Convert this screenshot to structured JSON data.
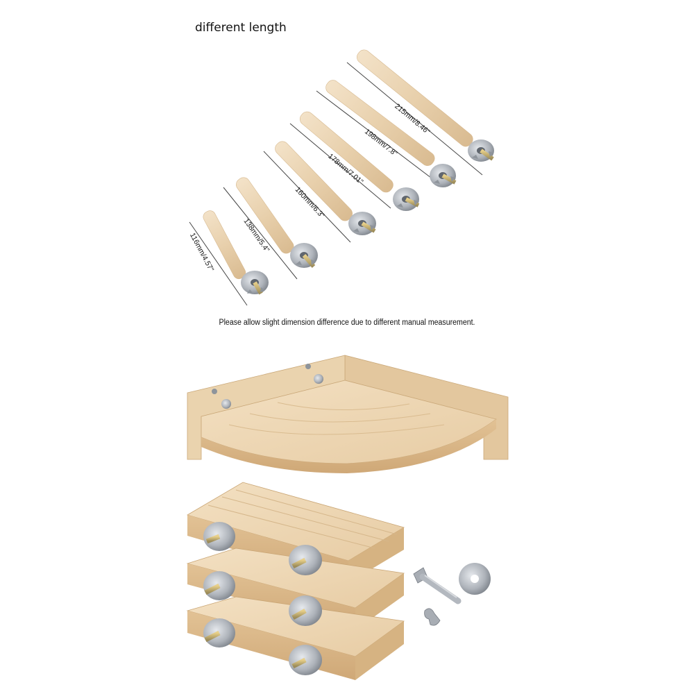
{
  "heading": "different length",
  "note": "Please allow slight dimension difference due to different manual measurement.",
  "perches": [
    {
      "label": "116mm/4.57\""
    },
    {
      "label": "138mm/5.4\""
    },
    {
      "label": "160mm/6.3\""
    },
    {
      "label": "178mm/7.01\""
    },
    {
      "label": "198mm/7.8\""
    },
    {
      "label": "215mm/8.46\""
    }
  ],
  "colors": {
    "wood_light": "#f0dcbf",
    "wood_mid": "#e4c9a1",
    "wood_dark": "#d2b084",
    "metal": "#b8bcc2",
    "metal_dark": "#7e848c"
  }
}
